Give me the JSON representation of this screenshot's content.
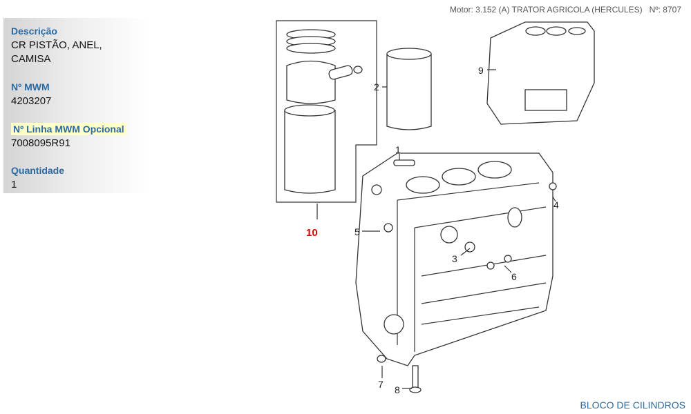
{
  "header": {
    "motor": "Motor: 3.152 (A) TRATOR AGRICOLA (HERCULES)   Nº: 8707"
  },
  "details": {
    "descricao_label": "Descrição",
    "descricao_value_line1": "CR PISTÃO, ANEL,",
    "descricao_value_line2": "CAMISA",
    "mwm_label": "Nº MWM",
    "mwm_value": "4203207",
    "linha_label": "Nº Linha MWM Opcional",
    "linha_value": "7008095R91",
    "quantidade_label": "Quantidade",
    "quantidade_value": "1"
  },
  "diagram": {
    "callouts": {
      "c1": "1",
      "c2": "2",
      "c3": "3",
      "c4": "4",
      "c5": "5",
      "c6": "6",
      "c7": "7",
      "c8": "8",
      "c9": "9",
      "c10": "10"
    }
  },
  "footer": {
    "link": "BLOCO DE CILINDROS"
  },
  "colors": {
    "label": "#2c6aa0",
    "highlight": "#ffffc8",
    "selected_callout": "#dd0000"
  }
}
